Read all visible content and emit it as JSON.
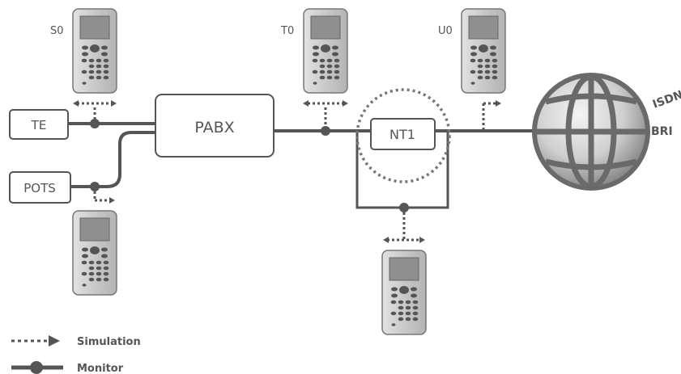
{
  "nodes": {
    "te": "TE",
    "pots": "POTS",
    "pabx": "PABX",
    "nt1": "NT1",
    "network_line1": "ISDN",
    "network_line2": "BRI"
  },
  "interfaces": {
    "s0": "S0",
    "t0": "T0",
    "u0": "U0"
  },
  "legend": {
    "simulation": "Simulation",
    "monitor": "Monitor"
  },
  "colors": {
    "line": "#555555",
    "device_body": "#bdbdbd",
    "device_screen": "#8c8c8c",
    "globe_light": "#f2f2f2",
    "globe_dark": "#7a7a7a"
  }
}
